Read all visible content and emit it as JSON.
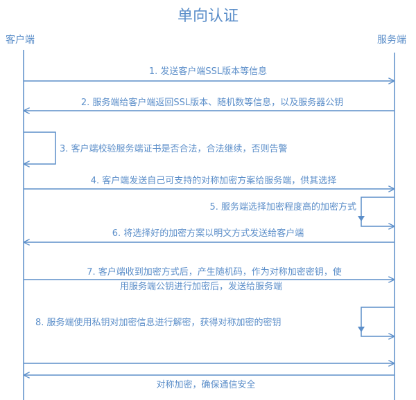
{
  "title": "单向认证",
  "colors": {
    "line": "#5b8ec9",
    "text": "#5b8ec9"
  },
  "actors": {
    "client": "客户端",
    "server": "服务端"
  },
  "messages": [
    {
      "id": "m1",
      "text": "1. 发送客户端SSL版本等信息"
    },
    {
      "id": "m2",
      "text": "2. 服务端给客户端返回SSL版本、随机数等信息，以及服务器公钥"
    },
    {
      "id": "m3",
      "text": "3. 客户端校验服务端证书是否合法，合法继续，否则告警"
    },
    {
      "id": "m4",
      "text": "4. 客户端发送自己可支持的对称加密方案给服务端，供其选择"
    },
    {
      "id": "m5",
      "text": "5. 服务端选择加密程度高的加密方式"
    },
    {
      "id": "m6",
      "text": "6. 将选择好的加密方案以明文方式发送给客户端"
    },
    {
      "id": "m7a",
      "text": "7. 客户端收到加密方式后，产生随机码，作为对称加密密钥，使"
    },
    {
      "id": "m7b",
      "text": "用服务端公钥进行加密后，发送给服务端"
    },
    {
      "id": "m8",
      "text": "8. 服务端使用私钥对加密信息进行解密，获得对称加密的密钥"
    },
    {
      "id": "m9",
      "text": "对称加密，确保通信安全"
    }
  ]
}
